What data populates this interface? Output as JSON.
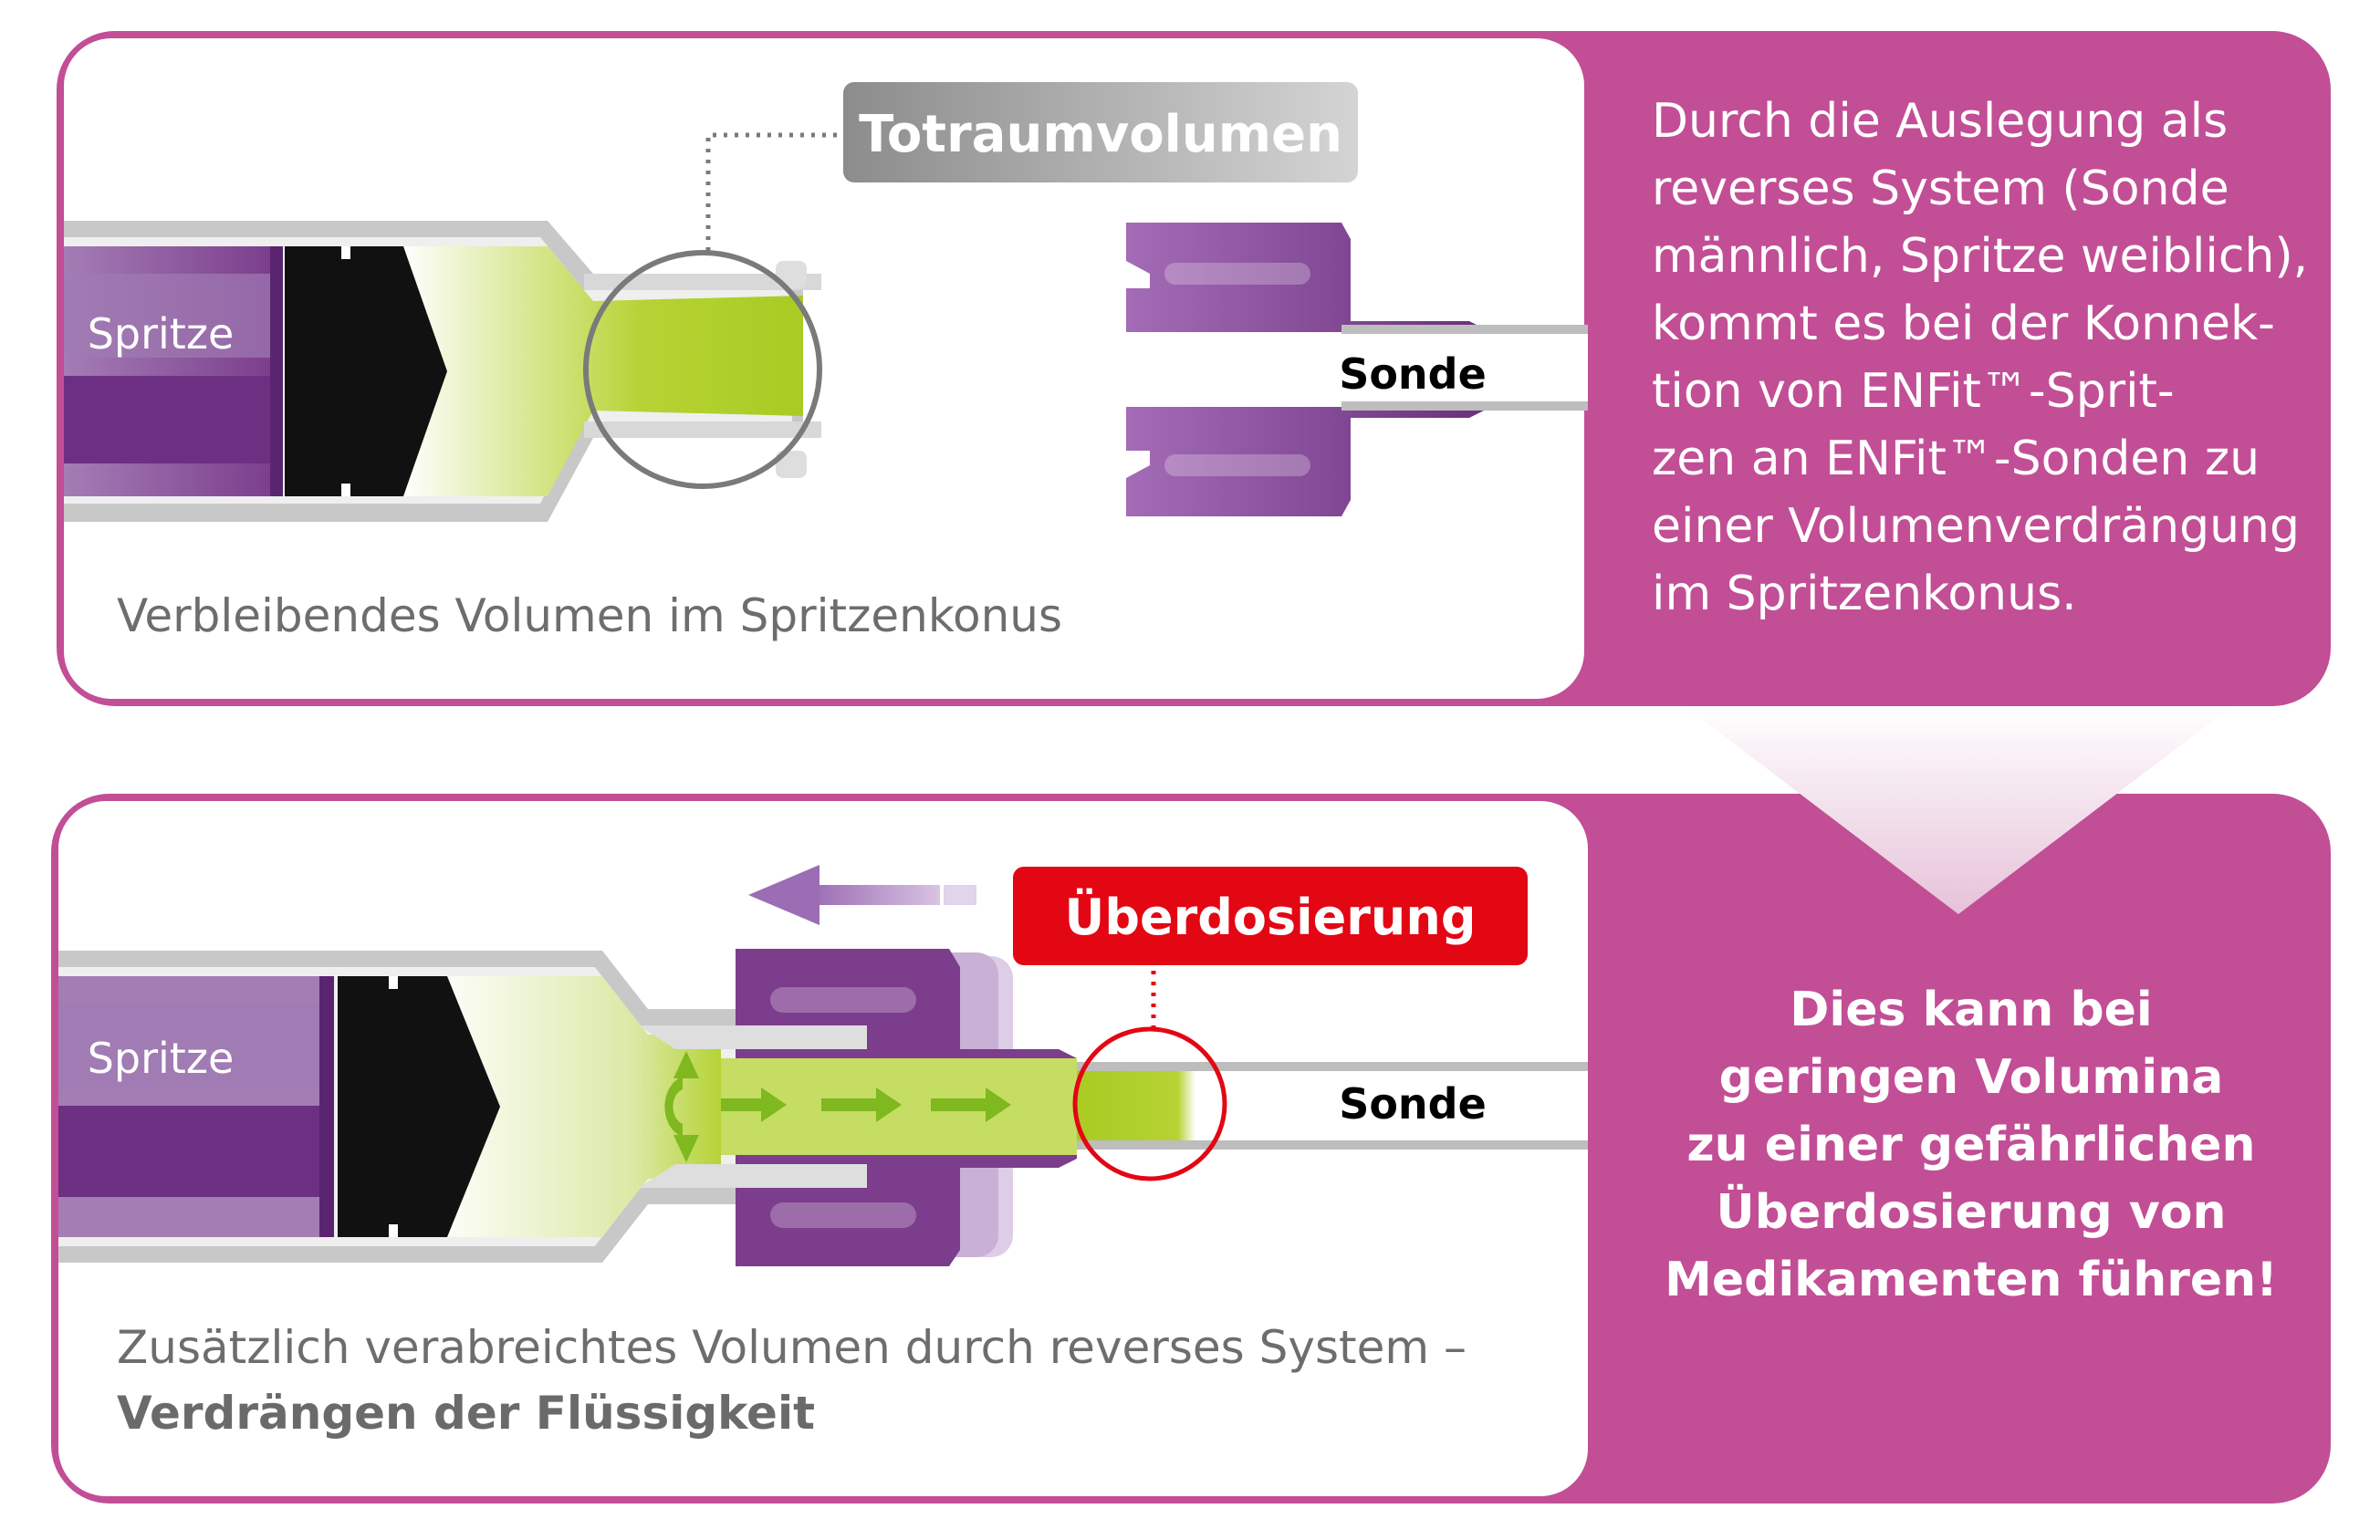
{
  "top": {
    "callout_label": "Totraumvolumen",
    "syringe_label": "Spritze",
    "probe_label": "Sonde",
    "caption": "Verbleibendes Volumen im Spritzenkonus",
    "explanation_lines": [
      "Durch die Auslegung als",
      "reverses System (Sonde",
      "männlich, Spritze weiblich),",
      "kommt es bei der Konnek-",
      "tion von ENFit™-Sprit-",
      "zen an  ENFit™-Sonden zu",
      "einer Volumenverdrängung",
      "im Spritzenkonus."
    ]
  },
  "bottom": {
    "callout_label": "Überdosierung",
    "syringe_label": "Spritze",
    "probe_label": "Sonde",
    "caption_line1": "Zusätzlich verabreichtes Volumen durch reverses System –",
    "caption_line2": "Verdrängen der Flüssigkeit",
    "warning_lines": [
      "Dies kann bei",
      "geringen Volumina",
      "zu einer gefährlichen",
      "Überdosierung von",
      "Medikamenten führen!"
    ]
  },
  "colors": {
    "panel_magenta": "#c24e96",
    "syringe_purple": "#7b3d8c",
    "fluid_green": "#b5d334",
    "warning_red": "#e30613",
    "callout_gray": "#a3a3a3"
  }
}
